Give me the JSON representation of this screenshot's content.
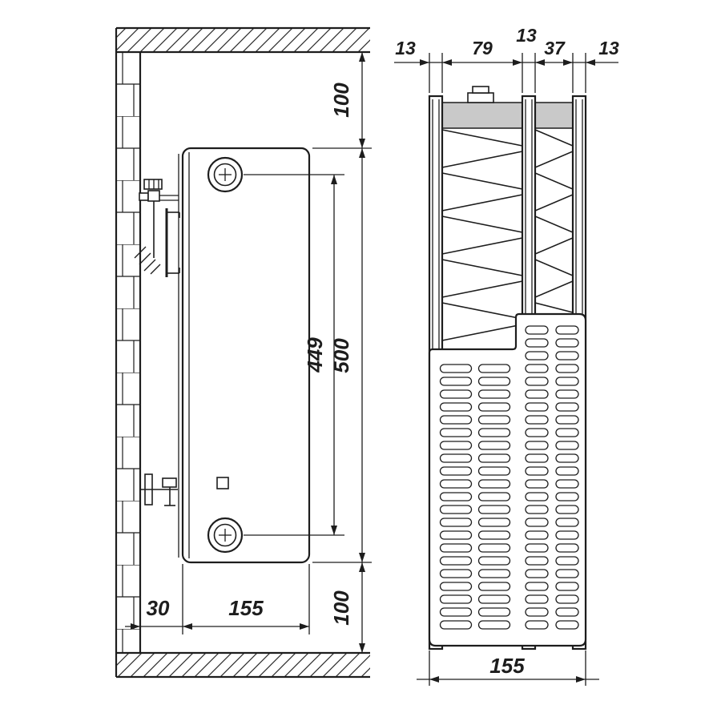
{
  "page": {
    "background": "#ffffff",
    "line_color": "#1d1d1d",
    "header_fill": "#c9c9c9"
  },
  "side_view": {
    "name": "radiator-side-view-with-wall-mounting",
    "dims": {
      "top_clearance": "100",
      "total_height": "500",
      "connection_spacing": "449",
      "bottom_clearance": "100",
      "wall_offset": "30",
      "depth": "155"
    }
  },
  "cross_section": {
    "name": "type-33-radiator-cross-section",
    "dims": {
      "panel_1": "13",
      "convector_gap_1": "79",
      "panel_2": "13",
      "convector_gap_2": "37",
      "panel_3": "13",
      "total_width": "155"
    }
  }
}
